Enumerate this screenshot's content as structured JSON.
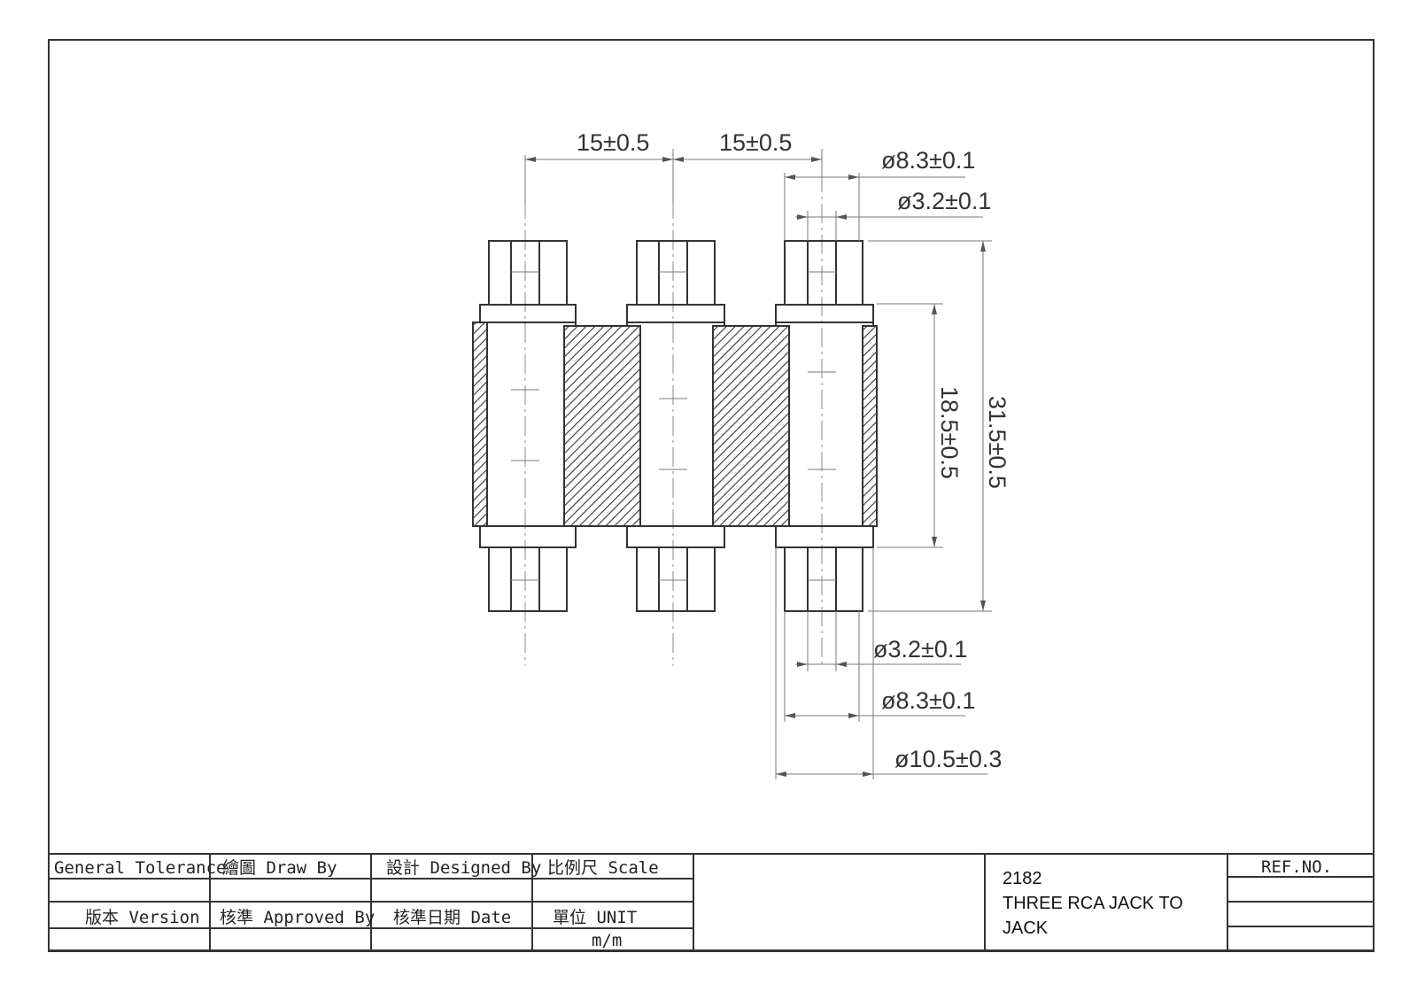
{
  "drawing": {
    "dimensions": {
      "pitch_left": "15±0.5",
      "pitch_right": "15±0.5",
      "dia_top_outer": "ø8.3±0.1",
      "dia_top_inner": "ø3.2±0.1",
      "body_height": "18.5±0.5",
      "overall_height": "31.5±0.5",
      "dia_bottom_inner": "ø3.2±0.1",
      "dia_bottom_outer": "ø8.3±0.1",
      "dia_body": "ø10.5±0.3"
    }
  },
  "title_block": {
    "general_tolerance": "General Tolerance",
    "draw_by": "繪圖  Draw By",
    "designed_by": "設計 Designed By",
    "scale": "比例尺  Scale",
    "version": "版本  Version",
    "approved_by": "核準 Approved By",
    "date": "核準日期  Date",
    "unit": "單位        UNIT",
    "unit_value": "m/m",
    "part_number": "2182",
    "part_title_line1": "THREE RCA JACK TO",
    "part_title_line2": "JACK",
    "ref_no": "REF.NO."
  }
}
